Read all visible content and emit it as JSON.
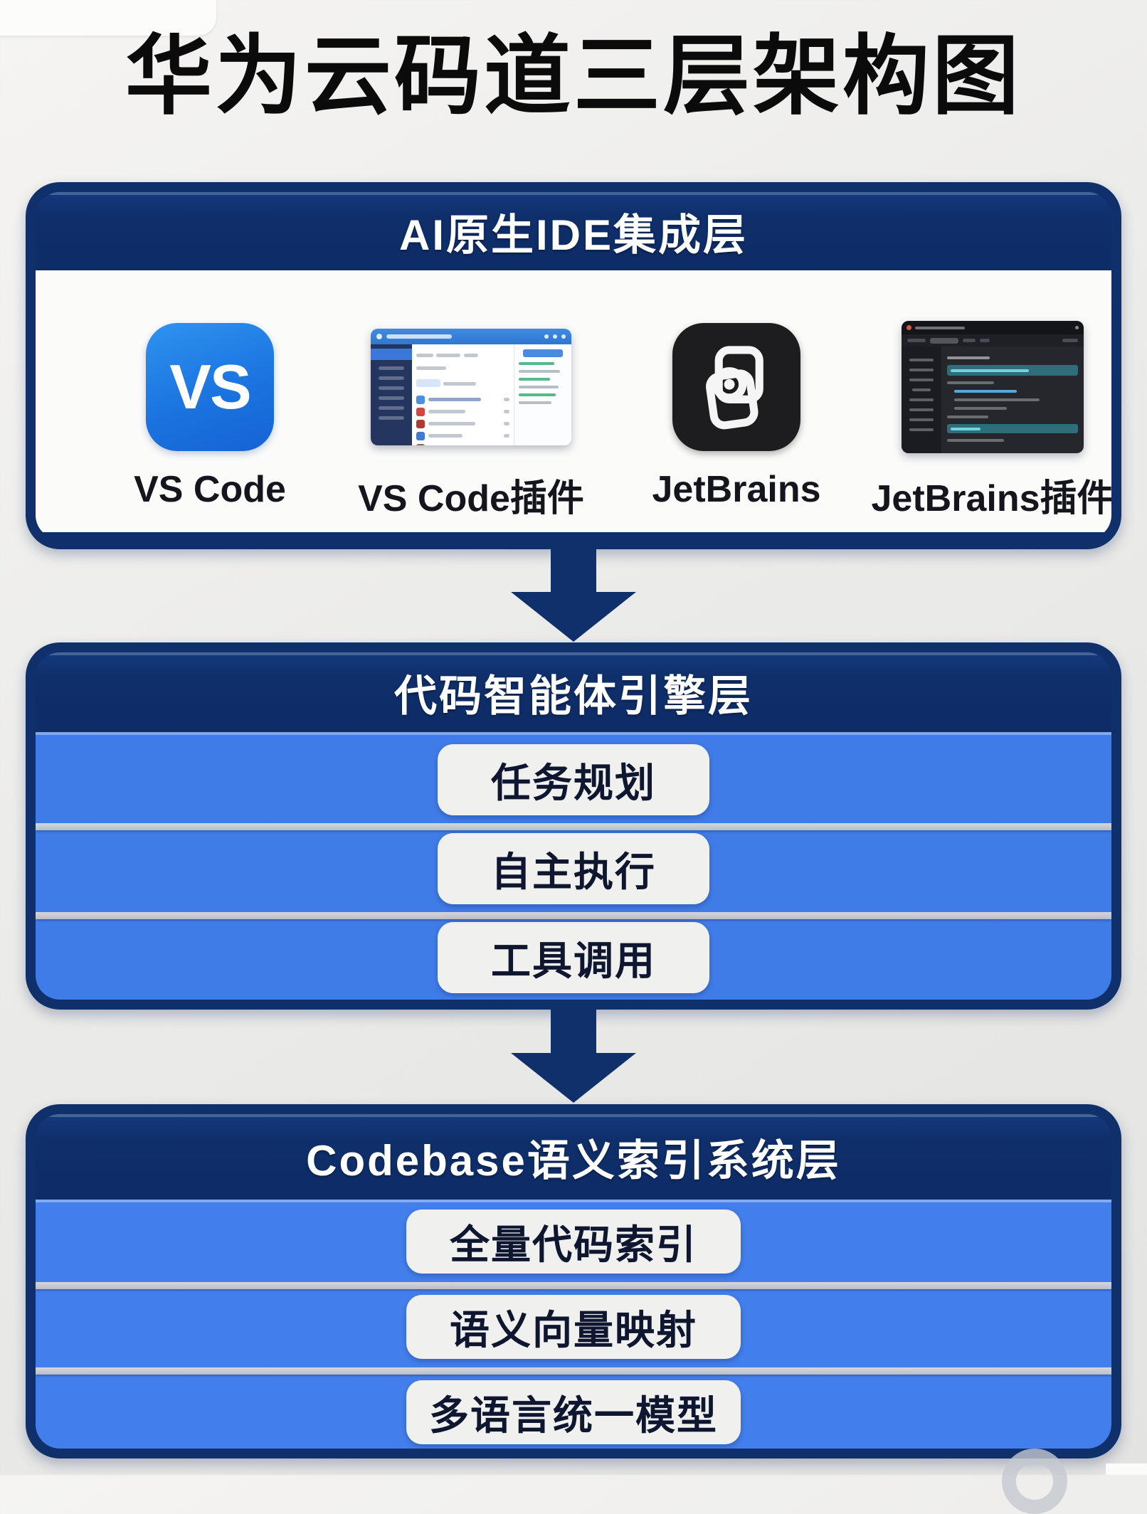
{
  "title": "华为云码道三层架构图",
  "badges": {
    "vscode": "VS"
  },
  "colors": {
    "navy": "#10306c",
    "layer2_body": "#407ce8",
    "layer3_body": "#437fec",
    "vscode_blue": "#1b74e0",
    "pill_bg": "#f0f1ef",
    "title_text": "#0b0b0c"
  },
  "layers": [
    {
      "id": "ide",
      "header": "AI原生IDE集成层",
      "items": [
        {
          "label": "VS Code",
          "icon": "vscode-icon"
        },
        {
          "label": "VS Code插件",
          "icon": "vscode-plugin-window"
        },
        {
          "label": "JetBrains",
          "icon": "jetbrains-icon"
        },
        {
          "label": "JetBrains插件",
          "icon": "jetbrains-plugin-window"
        }
      ]
    },
    {
      "id": "agent-engine",
      "header": "代码智能体引擎层",
      "items": [
        {
          "label": "任务规划"
        },
        {
          "label": "自主执行"
        },
        {
          "label": "工具调用"
        }
      ]
    },
    {
      "id": "codebase-index",
      "header": "Codebase语义索引系统层",
      "items": [
        {
          "label": "全量代码索引"
        },
        {
          "label": "语义向量映射"
        },
        {
          "label": "多语言统一模型"
        }
      ]
    }
  ]
}
